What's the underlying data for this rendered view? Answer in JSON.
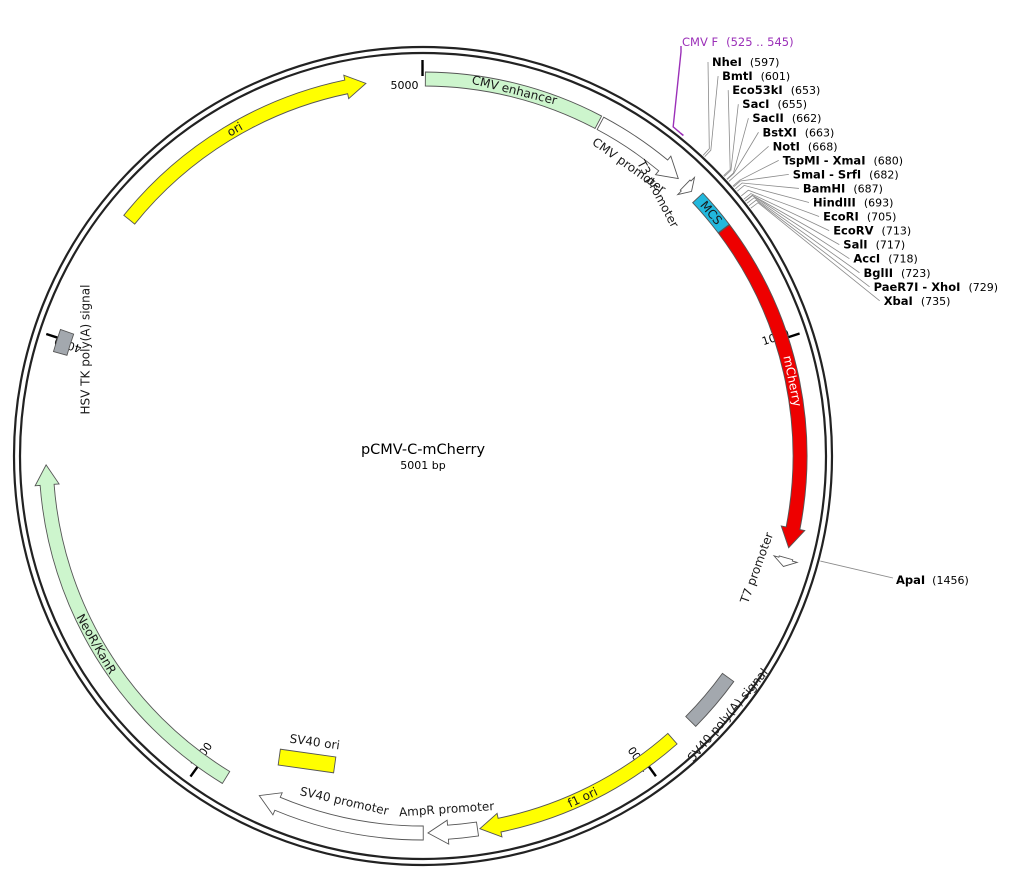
{
  "plasmid": {
    "name": "pCMV-C-mCherry",
    "size_label": "5001 bp",
    "length": 5001
  },
  "ticks": [
    {
      "pos": 5000,
      "label": "5000"
    },
    {
      "pos": 1000,
      "label": "1000"
    },
    {
      "pos": 2000,
      "label": "2000"
    },
    {
      "pos": 3000,
      "label": "3000"
    },
    {
      "pos": 4000,
      "label": "4000"
    }
  ],
  "features": [
    {
      "id": "cmv-enhancer",
      "label": "CMV enhancer",
      "type": "bar",
      "start": 5,
      "end": 385,
      "color": "#cdf5cd",
      "textColor": "#1a1a1a"
    },
    {
      "id": "cmv-promoter",
      "label": "CMV promoter",
      "type": "arrow",
      "start": 390,
      "end": 592,
      "color": "#ffffff",
      "textColor": "#1a1a1a"
    },
    {
      "id": "t3-promoter",
      "label": "T3 promoter",
      "type": "arrow",
      "start": 612,
      "end": 631,
      "color": "#ffffff",
      "textColor": "#1a1a1a"
    },
    {
      "id": "mcs",
      "label": "MCS",
      "type": "bar",
      "start": 650,
      "end": 735,
      "color": "#22b8dd",
      "textColor": "#1a1a1a"
    },
    {
      "id": "mcherry",
      "label": "mCherry",
      "type": "arrow",
      "start": 736,
      "end": 1446,
      "color": "#ee0000",
      "textColor": "#ffffff"
    },
    {
      "id": "t7-promoter",
      "label": "T7 promoter",
      "type": "arrow",
      "start": 1468,
      "end": 1487,
      "color": "#ffffff",
      "textColor": "#1a1a1a"
    },
    {
      "id": "sv40-polya",
      "label": "SV40 poly(A) signal",
      "type": "bar",
      "start": 1750,
      "end": 1872,
      "color": "#a3a8ae",
      "textColor": "#1a1a1a"
    },
    {
      "id": "f1-ori",
      "label": "f1 ori",
      "type": "arrow",
      "start": 1925,
      "end": 2380,
      "color": "#ffff00",
      "textColor": "#1a1a1a"
    },
    {
      "id": "ampr-promoter",
      "label": "AmpR promoter",
      "type": "arrow",
      "start": 2385,
      "end": 2490,
      "color": "#ffffff",
      "textColor": "#1a1a1a"
    },
    {
      "id": "sv40-promoter",
      "label": "SV40 promoter",
      "type": "arrow",
      "start": 2500,
      "end": 2858,
      "color": "#ffffff",
      "textColor": "#1a1a1a"
    },
    {
      "id": "neor-kanr",
      "label": "NeoR/KanR",
      "type": "arrow",
      "start": 2938,
      "end": 3732,
      "color": "#cdf5cd",
      "textColor": "#1a1a1a"
    },
    {
      "id": "hsv-tk-polya",
      "label": "HSV TK poly(A) signal",
      "type": "bar",
      "start": 3970,
      "end": 4018,
      "color": "#a3a8ae",
      "textColor": "#1a1a1a"
    },
    {
      "id": "ori",
      "label": "ori",
      "type": "arrow",
      "start": 4290,
      "end": 4880,
      "color": "#ffff00",
      "textColor": "#1a1a1a"
    }
  ],
  "sv40_ori": {
    "label": "SV40 ori",
    "color": "#ffff00"
  },
  "primer": {
    "label": "CMV F",
    "range": "(525 .. 545)",
    "pos": 535,
    "color": "#9b30b8"
  },
  "sites": [
    {
      "name": "NheI",
      "pos": 597
    },
    {
      "name": "BmtI",
      "pos": 601
    },
    {
      "name": "Eco53kI",
      "pos": 653
    },
    {
      "name": "SacI",
      "pos": 655
    },
    {
      "name": "SacII",
      "pos": 662
    },
    {
      "name": "BstXI",
      "pos": 663
    },
    {
      "name": "NotI",
      "pos": 668
    },
    {
      "name": "TspMI - XmaI",
      "pos": 680
    },
    {
      "name": "SmaI - SrfI",
      "pos": 682
    },
    {
      "name": "BamHI",
      "pos": 687
    },
    {
      "name": "HindIII",
      "pos": 693
    },
    {
      "name": "EcoRI",
      "pos": 705
    },
    {
      "name": "EcoRV",
      "pos": 713
    },
    {
      "name": "SalI",
      "pos": 717
    },
    {
      "name": "AccI",
      "pos": 718
    },
    {
      "name": "BglII",
      "pos": 723
    },
    {
      "name": "PaeR7I - XhoI",
      "pos": 729
    },
    {
      "name": "XbaI",
      "pos": 735
    }
  ],
  "apai": {
    "name": "ApaI",
    "pos": 1456,
    "pos_label": "(1456)"
  }
}
